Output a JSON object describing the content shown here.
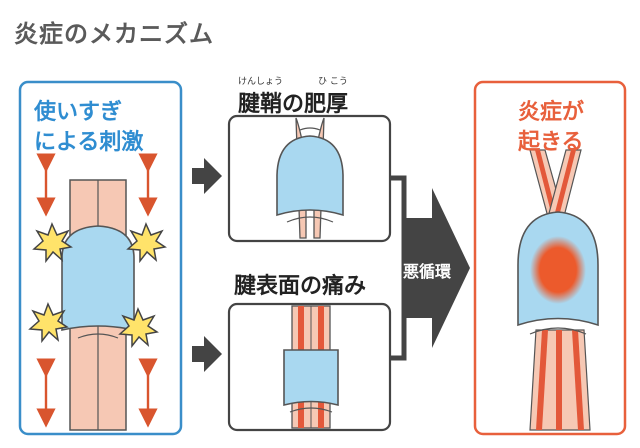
{
  "title": "炎症のメカニズム",
  "left_box": {
    "line1": "使いすぎ",
    "line2": "による刺激"
  },
  "top_stage": {
    "ruby1": "けんしょう",
    "ruby2": "ひ こう",
    "label": "腱鞘の肥厚"
  },
  "bottom_stage": {
    "label": "腱表面の痛み"
  },
  "cycle": {
    "label": "悪循環"
  },
  "right_box": {
    "line1": "炎症が",
    "line2": "起きる"
  },
  "colors": {
    "blue_border": "#3a8ec9",
    "orange_border": "#e8603c",
    "sheath_fill": "#a9d8f0",
    "tendon_fill": "#f6c8b4",
    "tendon_stripe": "#e3583a",
    "arrow_red": "#d9552e",
    "arrow_dark": "#444444",
    "burst_fill": "#ffe36a",
    "inflammation": "#ec5a2c"
  },
  "icons": [
    "burst-icon",
    "double-arrow-icon",
    "right-arrow-icon"
  ]
}
